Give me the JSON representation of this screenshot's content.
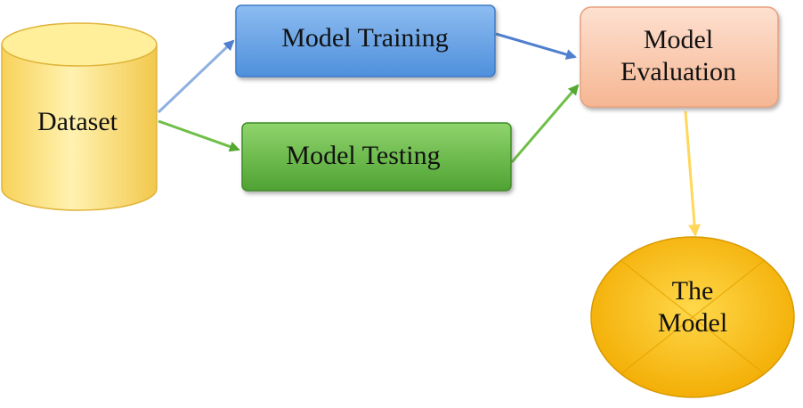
{
  "nodes": {
    "dataset": {
      "label": "Dataset"
    },
    "training": {
      "label": "Model Training"
    },
    "testing": {
      "label": "Model Testing"
    },
    "evaluation": {
      "lines": [
        "Model",
        "Evaluation"
      ]
    },
    "model": {
      "lines": [
        "The",
        "Model"
      ]
    }
  },
  "colors": {
    "dataset_fill": "#ffe58a",
    "training_fill": "#6fa6e6",
    "testing_fill": "#6cbf4a",
    "evaluation_fill": "#fbc7ad",
    "model_fill": "#ffc21a",
    "arrow_blue": "#8fb0e0",
    "arrow_green": "#6fbf48",
    "arrow_yellow": "#ffd75a"
  },
  "edges": [
    {
      "from": "dataset",
      "to": "training"
    },
    {
      "from": "dataset",
      "to": "testing"
    },
    {
      "from": "training",
      "to": "evaluation"
    },
    {
      "from": "testing",
      "to": "evaluation"
    },
    {
      "from": "evaluation",
      "to": "model"
    }
  ]
}
